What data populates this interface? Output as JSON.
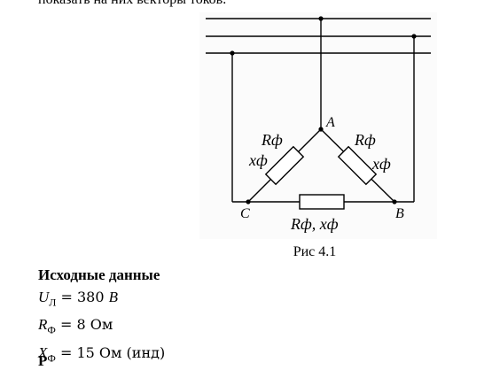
{
  "top_text": "показать на них векторы токов.",
  "figure": {
    "caption": "Рис 4.1",
    "node_labels": {
      "a": "A",
      "b": "B",
      "c": "C"
    },
    "resistor_labels": {
      "left_r": "Rф",
      "left_x": "xф",
      "right_r": "Rф",
      "right_x": "xф",
      "bottom": "Rф, xф"
    }
  },
  "given": {
    "title": "Исходные данные",
    "rows": [
      {
        "symbol": "U",
        "sub": "Л",
        "equation": " = 380 ",
        "unit": "B",
        "unit_italic": true
      },
      {
        "symbol": "R",
        "sub": "Ф",
        "equation": " = 8 Ом",
        "unit": "",
        "unit_italic": false
      },
      {
        "symbol": "X",
        "sub": "Ф",
        "equation": " = 15 Ом (инд)",
        "unit": "",
        "unit_italic": false
      }
    ]
  },
  "next_heading": "Р"
}
